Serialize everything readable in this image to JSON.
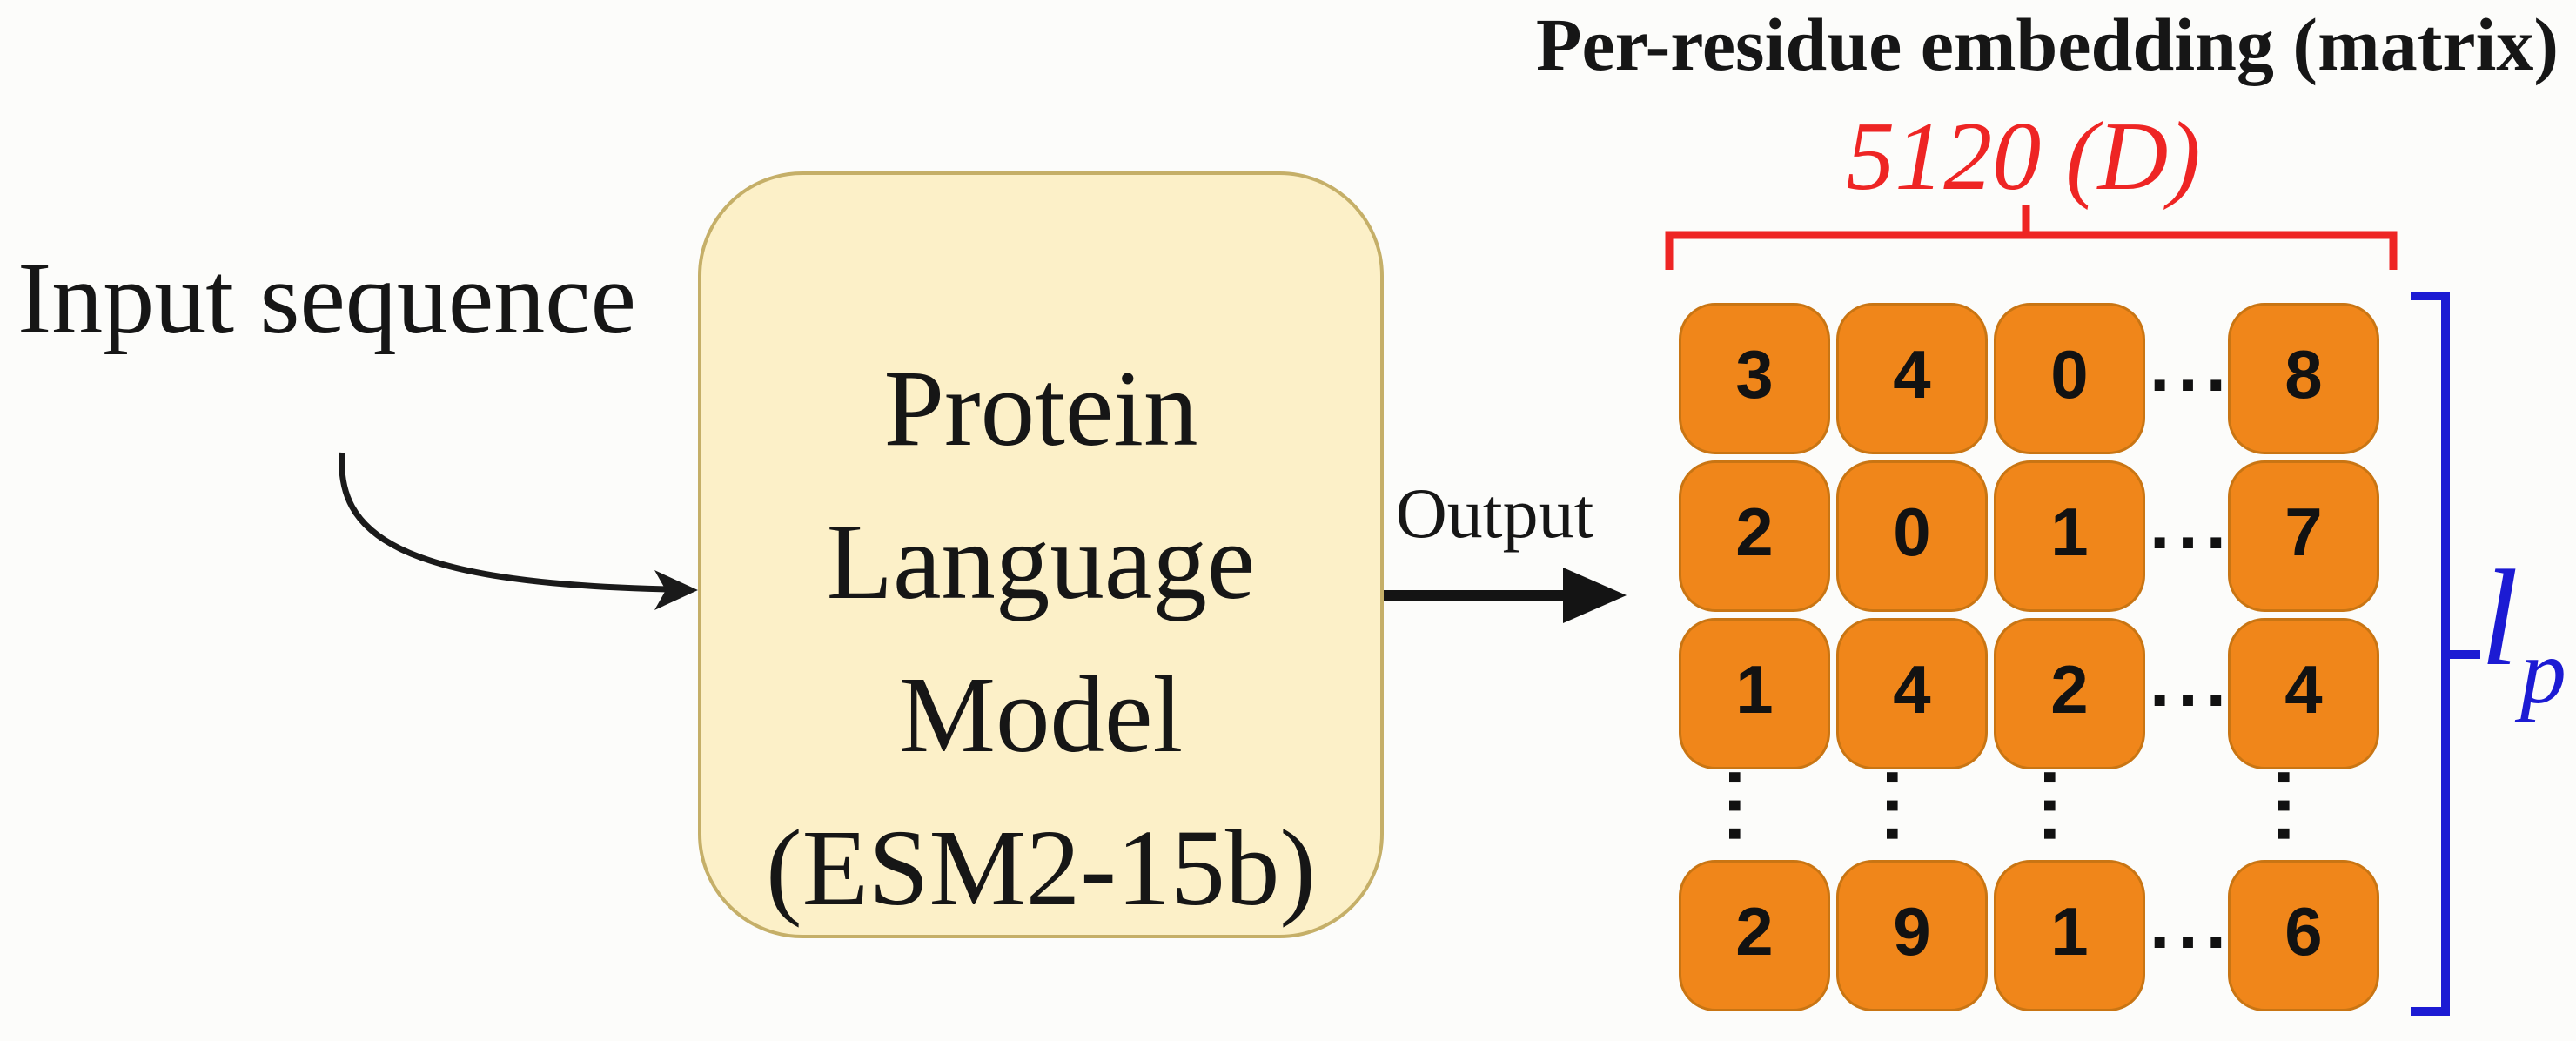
{
  "figure": {
    "background": "#FCFCFA"
  },
  "labels": {
    "input_sequence": "Input sequence",
    "output": "Output"
  },
  "plm_box": {
    "lines": [
      "Protein",
      "Language",
      "Model",
      "(ESM2-15b)"
    ],
    "fill": "#FCF0C8",
    "border": "#C5AF68"
  },
  "embedding": {
    "title": "Per-residue embedding (matrix)",
    "width_label": {
      "value": "5120",
      "dimension": "(D)",
      "color": "#EE2524"
    },
    "height_label": {
      "symbol": "l",
      "subscript": "p",
      "color": "#1C1BD3"
    },
    "ellipsis": "...",
    "cell_color": "#F0861A",
    "cell_border": "#C97513",
    "rows": [
      {
        "values": [
          "3",
          "4",
          "0",
          "8"
        ]
      },
      {
        "values": [
          "2",
          "0",
          "1",
          "7"
        ]
      },
      {
        "values": [
          "1",
          "4",
          "2",
          "4"
        ]
      },
      {
        "values": [
          "2",
          "9",
          "1",
          "6"
        ]
      }
    ]
  }
}
